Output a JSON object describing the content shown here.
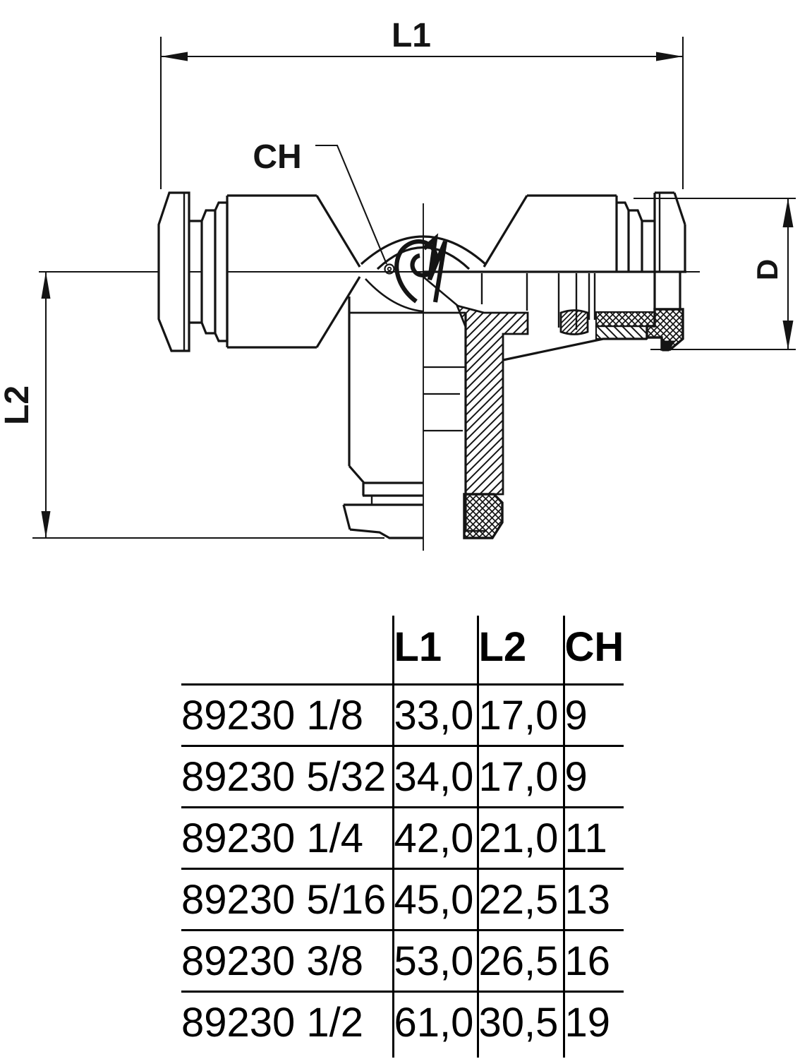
{
  "drawing": {
    "labels": {
      "l1": "L1",
      "l2": "L2",
      "ch": "CH",
      "d": "D"
    }
  },
  "table": {
    "col_headers": [
      "L1",
      "L2",
      "CH"
    ],
    "rows": [
      {
        "part": "89230 1/8",
        "l1": "33,0",
        "l2": "17,0",
        "ch": "9"
      },
      {
        "part": "89230 5/32",
        "l1": "34,0",
        "l2": "17,0",
        "ch": "9"
      },
      {
        "part": "89230 1/4",
        "l1": "42,0",
        "l2": "21,0",
        "ch": "11"
      },
      {
        "part": "89230 5/16",
        "l1": "45,0",
        "l2": "22,5",
        "ch": "13"
      },
      {
        "part": "89230 3/8",
        "l1": "53,0",
        "l2": "26,5",
        "ch": "16"
      },
      {
        "part": "89230 1/2",
        "l1": "61,0",
        "l2": "30,5",
        "ch": "19"
      }
    ]
  },
  "colors": {
    "line": "#141414",
    "table_line": "#000000",
    "background": "#ffffff"
  }
}
